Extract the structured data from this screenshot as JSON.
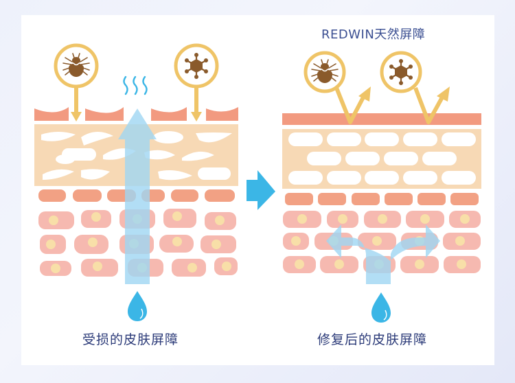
{
  "title": "REDWIN天然屏障",
  "panels": [
    {
      "id": "damaged",
      "caption": "受损的皮肤屏障",
      "threats": [
        "mite-icon",
        "virus-icon"
      ],
      "moisture": "escaping"
    },
    {
      "id": "repaired",
      "caption": "修复后的皮肤屏障",
      "threats": [
        "mite-icon",
        "virus-icon"
      ],
      "moisture": "retained"
    }
  ],
  "colors": {
    "outer_layer": "#f29a80",
    "lipid_layer": "#f7d9b5",
    "cell": "#f6b9b0",
    "nucleus": "#f8dfa8",
    "arrow_gold": "#efc467",
    "threat_brown": "#8a5a2b",
    "water_blue": "#3bb6e6",
    "arrow_blue": "#9fd6f2",
    "text": "#2b3a78"
  }
}
